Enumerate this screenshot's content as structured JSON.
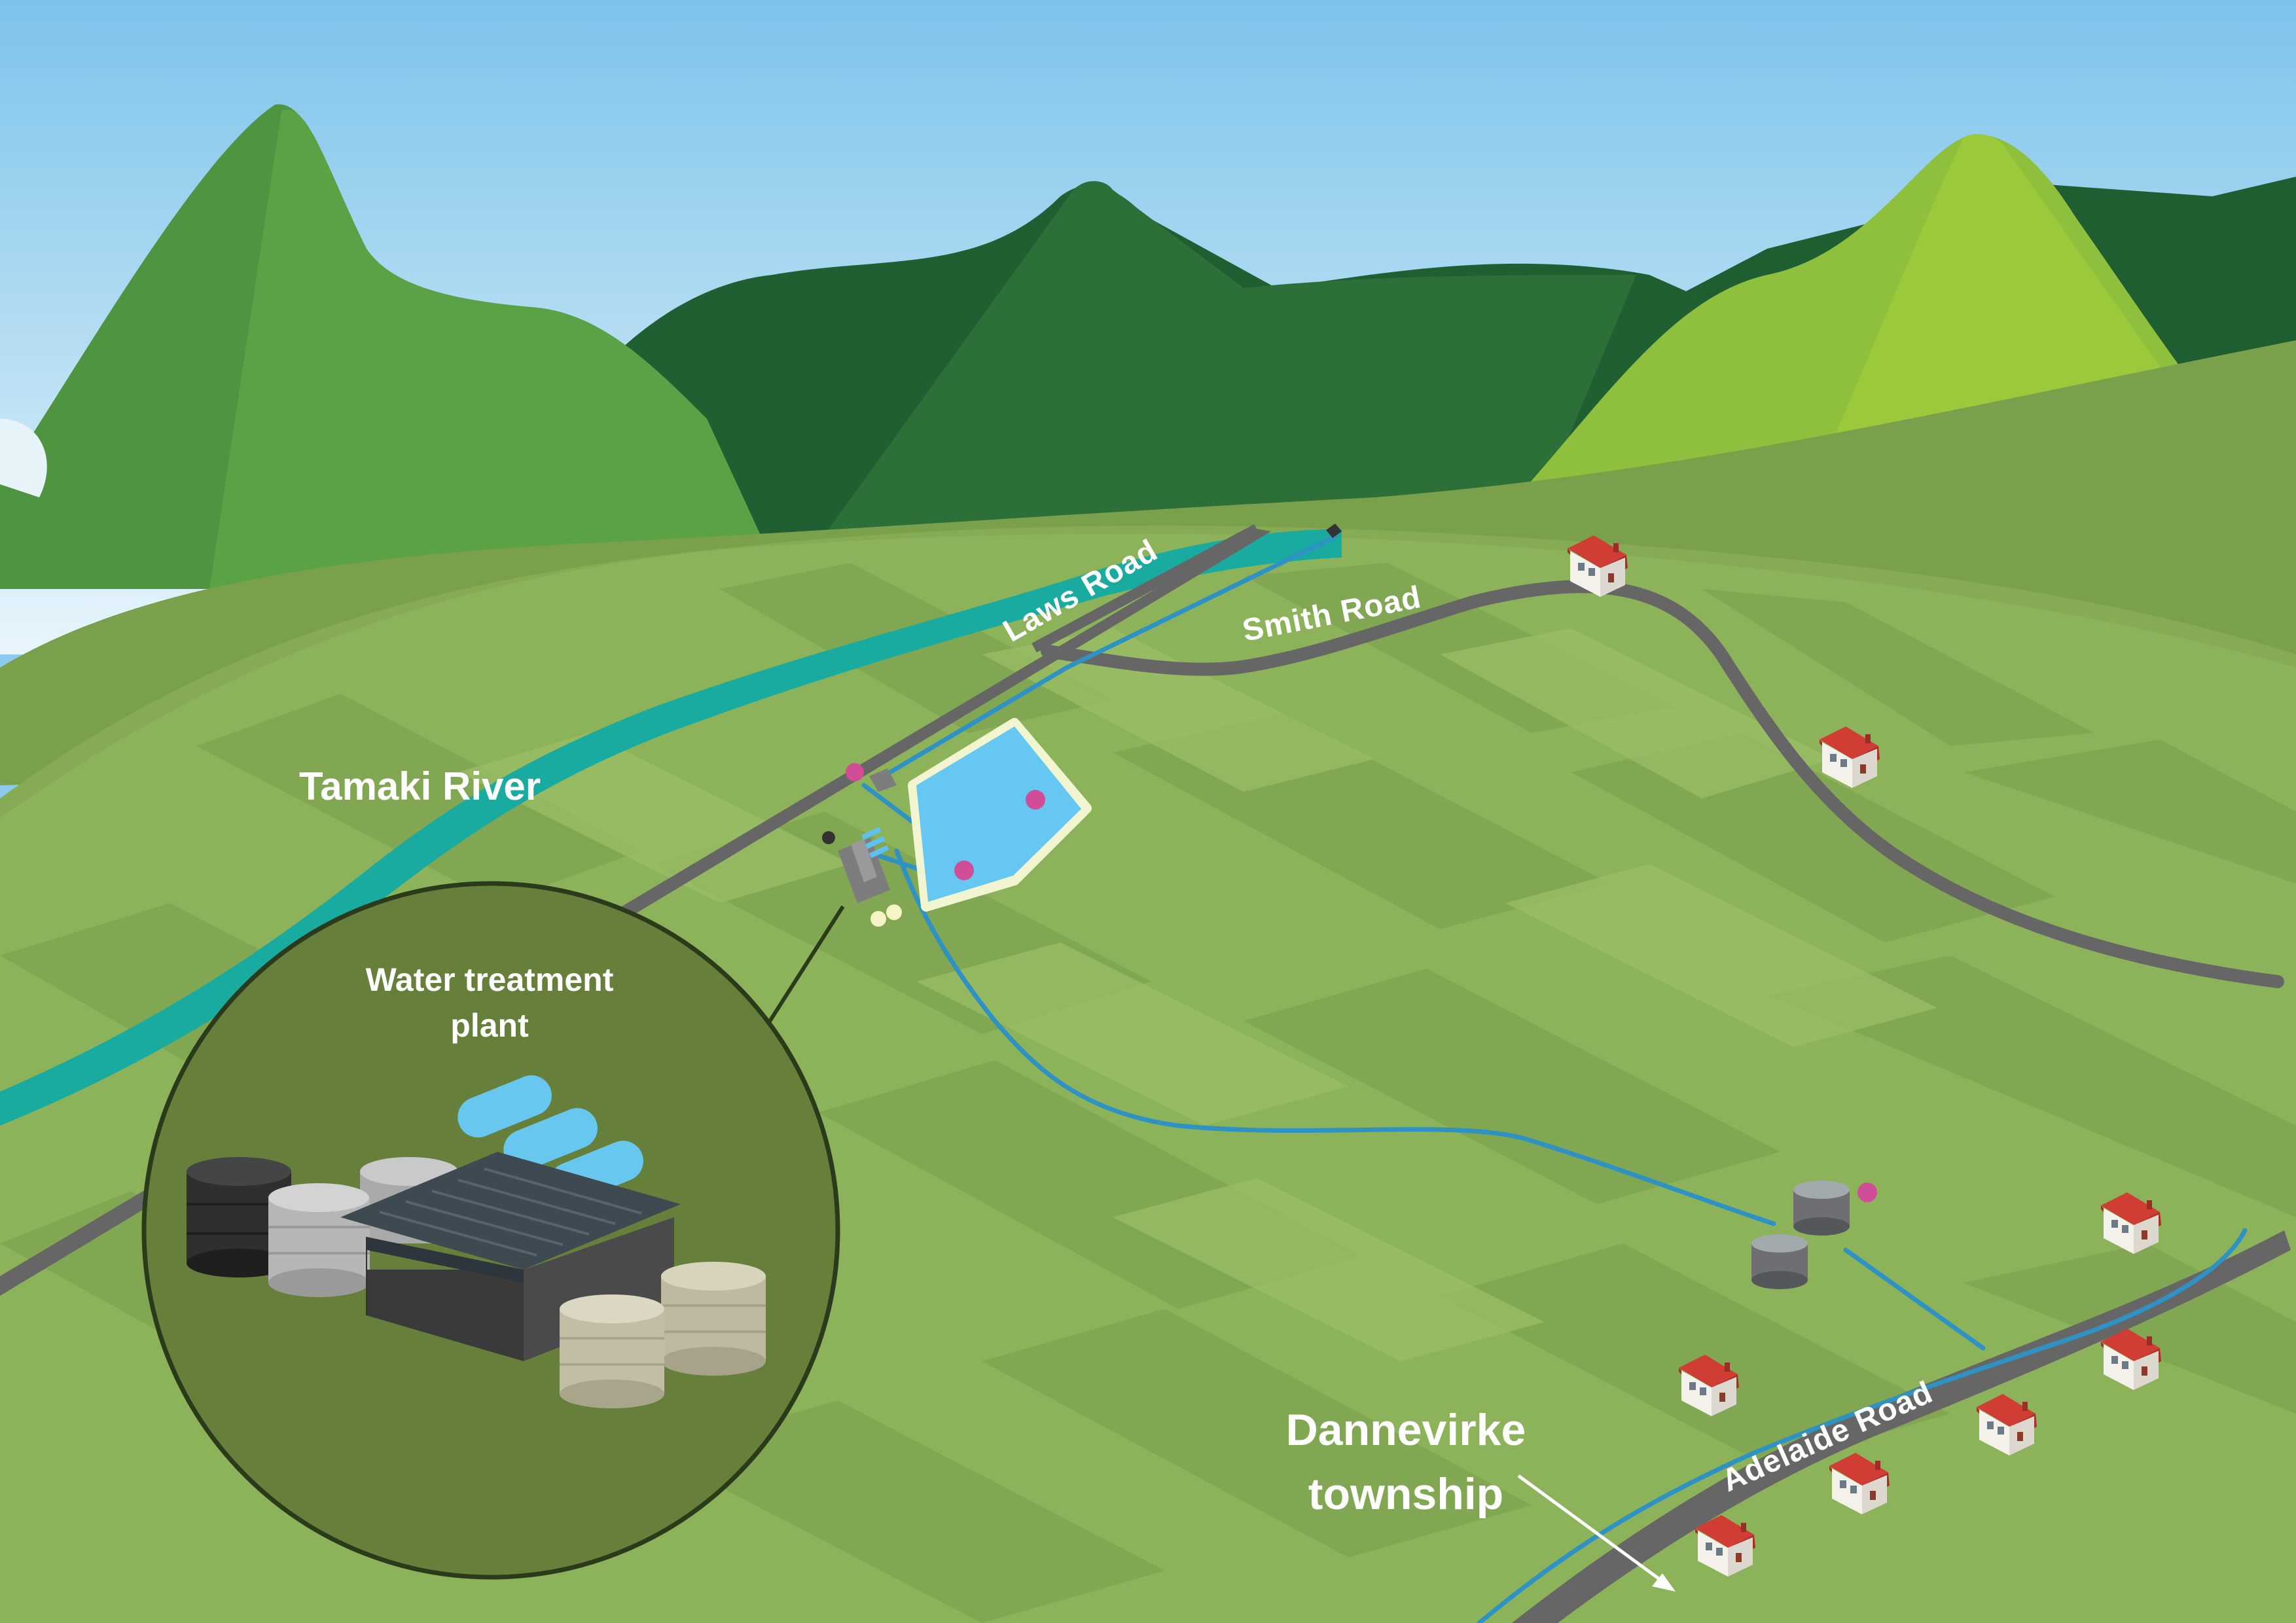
{
  "labels": {
    "river": "Tamaki River",
    "laws_road": "Laws Road",
    "smith_road": "Smith Road",
    "adelaide_road": "Adelaide Road",
    "town_line1": "Dannevirke",
    "town_line2": "township",
    "plant_line1": "Water treatment",
    "plant_line2": "plant"
  },
  "colors": {
    "sky_top": "#7cc3ea",
    "sky_bottom": "#e6f4fa",
    "river": "#1aaba0",
    "road": "#666666",
    "pipe": "#2f92c4",
    "reservoir_water": "#66c8f2",
    "marker": "#d14d98",
    "roof": "#cc3a33"
  }
}
